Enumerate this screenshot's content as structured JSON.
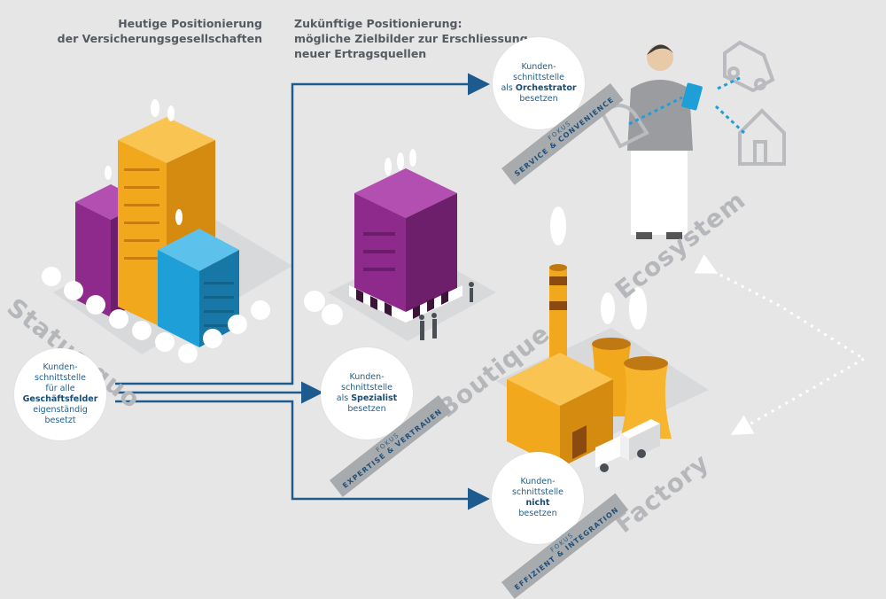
{
  "headings": {
    "current": [
      "Heutige Positionierung",
      "der Versicherungsgesellschaften"
    ],
    "future": [
      "Zukünftige Positionierung:",
      "mögliche Zielbilder zur Erschliessung",
      "neuer Ertragsquellen"
    ]
  },
  "status_quo": {
    "label": "Status quo",
    "circle": [
      "Kunden-",
      "schnittstelle",
      "für alle"
    ],
    "circle_key": "Geschäftsfelder",
    "circle_tail": [
      "eigenständig",
      "besetzt"
    ]
  },
  "orchestrator": {
    "scenario": "Ecosystem",
    "circle_head": [
      "Kunden-",
      "schnittstelle",
      "als"
    ],
    "circle_key": "Orchestrator",
    "circle_tail": [
      "besetzen"
    ],
    "fokus_label": "FOKUS",
    "fokus_value": "SERVICE & CONVENIENCE"
  },
  "specialist": {
    "scenario": "Boutique",
    "circle_head": [
      "Kunden-",
      "schnittstelle",
      "als"
    ],
    "circle_key": "Spezialist",
    "circle_tail": [
      "besetzen"
    ],
    "fokus_label": "FOKUS",
    "fokus_value": "EXPERTISE & VERTRAUEN"
  },
  "factory": {
    "scenario": "Factory",
    "circle_head": [
      "Kunden-",
      "schnittstelle"
    ],
    "circle_key": "nicht",
    "circle_tail": [
      "besetzen"
    ],
    "fokus_label": "FOKUS",
    "fokus_value": "EFFIZIENT & INTEGRATION"
  },
  "colors": {
    "background": "#e6e6e7",
    "arrow_blue": "#1d5b8e",
    "purple": "#8e2a8b",
    "orange": "#f2a81c",
    "cyan": "#1f9fd8",
    "scenario_grey": "#b5b7ba",
    "fokus_grey": "#a8abae"
  }
}
